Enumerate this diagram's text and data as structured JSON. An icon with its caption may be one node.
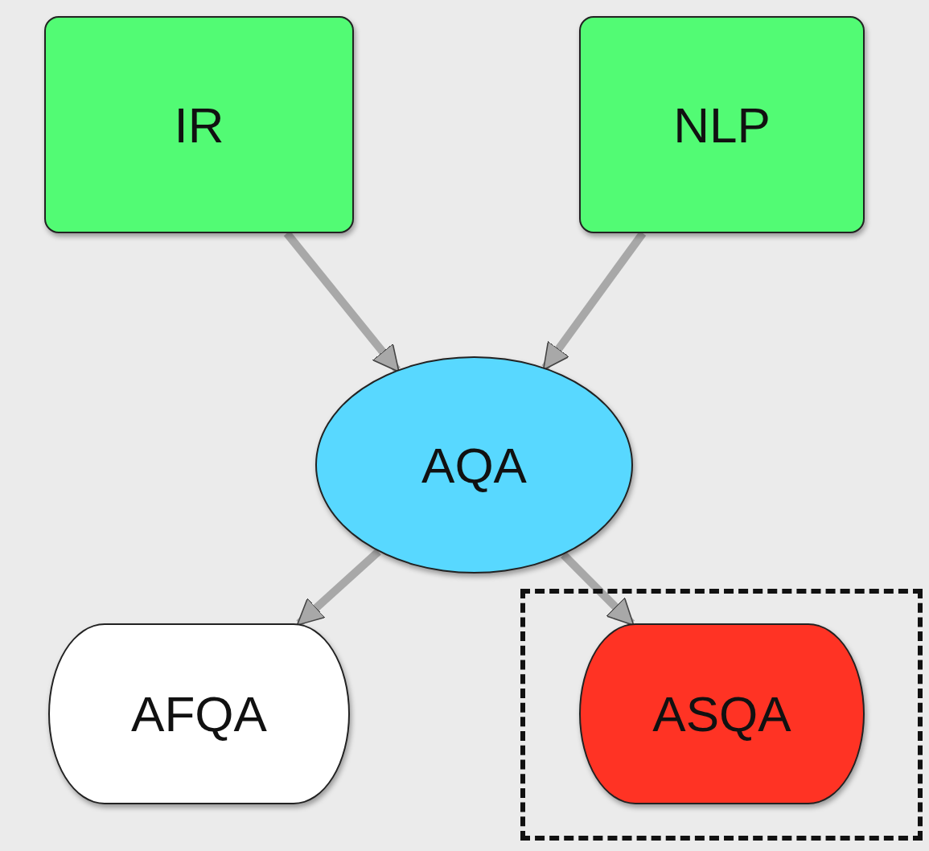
{
  "diagram": {
    "nodes": [
      {
        "text": [
          "IR"
        ]
      },
      {
        "text": [
          "NLP"
        ]
      },
      {
        "text": [
          "AQA"
        ]
      },
      {
        "text": [
          "AFQA"
        ]
      },
      {
        "text": [],
        "shape": "box"
      },
      {
        "text": [
          "ASQA"
        ],
        "in": 4
      }
    ],
    "edges": [
      {
        "from": 0,
        "to": 2,
        "arrow": "to"
      },
      {
        "from": 1,
        "to": 2,
        "arrow": "to"
      },
      {
        "from": 2,
        "to": 3,
        "arrow": "to"
      },
      {
        "from": 2,
        "to": 5,
        "arrow": "to"
      }
    ]
  }
}
